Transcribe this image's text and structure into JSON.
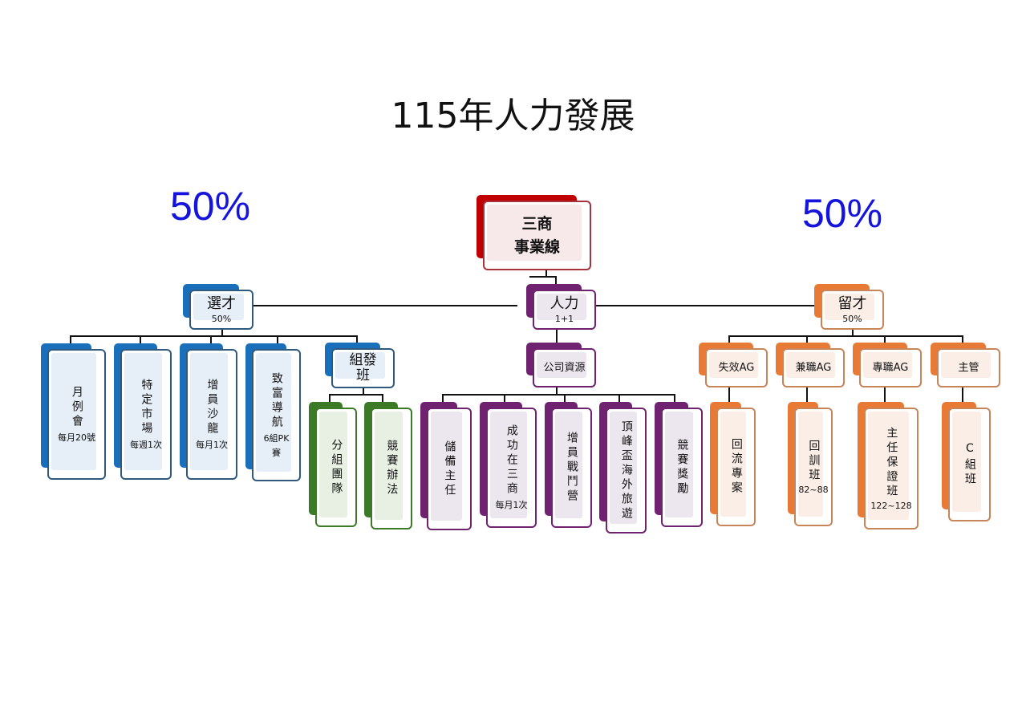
{
  "title": "115年人力發展",
  "left_percent": "50%",
  "right_percent": "50%",
  "colors": {
    "red": "#c00000",
    "blue": "#1a6fba",
    "green": "#3d7a27",
    "purple": "#6e2270",
    "orange": "#e97a36",
    "percent": "#1414dc"
  },
  "nodes": {
    "root": {
      "line1": "三商",
      "line2": "事業線"
    },
    "select": {
      "label": "選才",
      "sub": "50%"
    },
    "manpower": {
      "label": "人力",
      "sub": "1+1"
    },
    "retain": {
      "label": "留才",
      "sub": "50%"
    },
    "monthly": {
      "label": "月例會",
      "sub": "每月20號"
    },
    "market": {
      "label": "特定市場",
      "sub": "每週1次"
    },
    "salon": {
      "label": "增員沙龍",
      "sub": "每月1次"
    },
    "nav": {
      "label": "致富導航",
      "sub": "6組PK",
      "sub2": "賽"
    },
    "class": {
      "label": "組發班"
    },
    "team": {
      "label": "分組團隊"
    },
    "rules": {
      "label": "競賽辦法"
    },
    "resources": {
      "label": "公司資源"
    },
    "reserve": {
      "label": "儲備主任"
    },
    "success": {
      "label": "成功在三商",
      "sub": "每月1次"
    },
    "camp": {
      "label": "增員戰鬥營"
    },
    "trip": {
      "label": "頂峰盃海外旅遊"
    },
    "award": {
      "label": "競賽獎勵"
    },
    "lapsed": {
      "label": "失效AG"
    },
    "parttime": {
      "label": "兼職AG"
    },
    "fulltime": {
      "label": "專職AG"
    },
    "manager": {
      "label": "主管"
    },
    "returnproj": {
      "label": "回流專案"
    },
    "retrain": {
      "label": "回訓班",
      "sub": "82~88"
    },
    "guarantee": {
      "label": "主任保證班",
      "sub": "122~128"
    },
    "cclass": {
      "label": "C組班"
    }
  }
}
